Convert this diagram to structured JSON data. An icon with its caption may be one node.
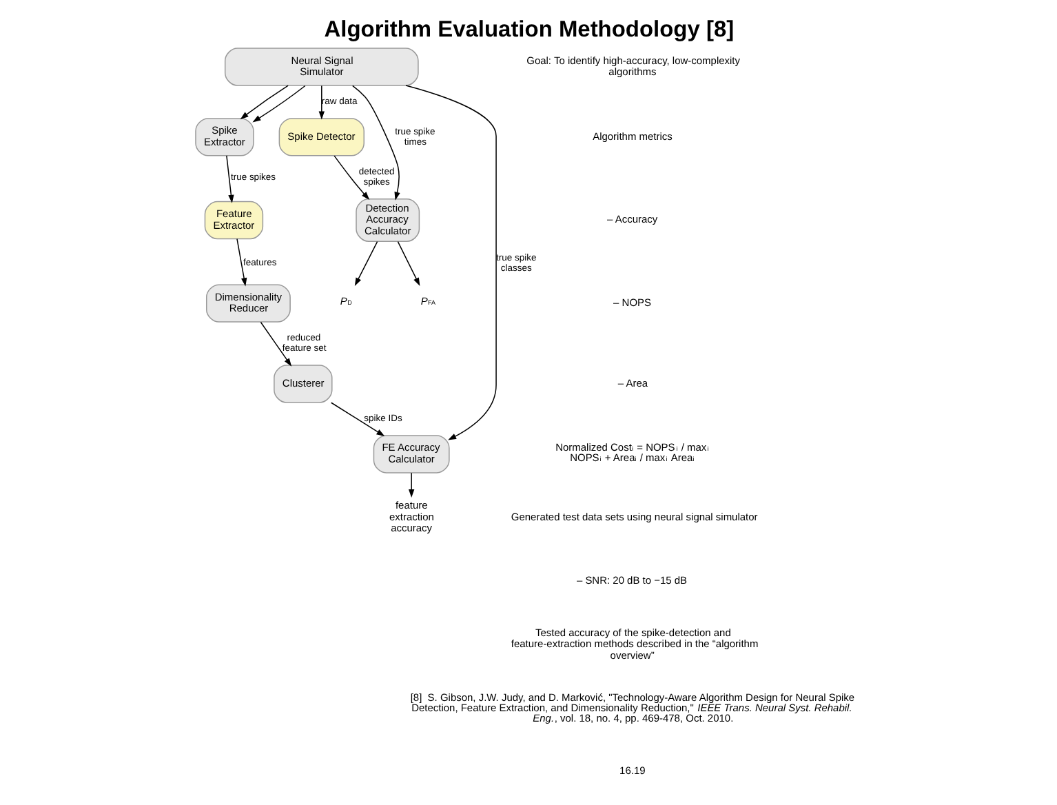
{
  "diagram": {
    "title": "Algorithm Evaluation Methodology [8]",
    "nodes": [
      {
        "text": [
          "Neural Signal Simulator"
        ]
      },
      {
        "text": [
          "Spike Detector"
        ]
      },
      {
        "text": [
          "Spike Extractor"
        ]
      },
      {
        "text": [
          "Feature Extractor"
        ]
      },
      {
        "text": [
          "Dimensionality Reducer"
        ]
      },
      {
        "text": [
          "Clusterer"
        ]
      },
      {
        "text": [
          "Detection Accuracy Calculator"
        ]
      },
      {
        "text": [
          "FE Accuracy Calculator"
        ]
      },
      {
        "text": [
          "*P*$_{D}$"
        ]
      },
      {
        "text": [
          "*P*$_{FA}$"
        ]
      },
      {
        "text": [
          "feature extraction accuracy"
        ]
      }
    ],
    "edges": [
      {
        "from": 0,
        "to": 6,
        "arrow": "to",
        "label": "true spike times"
      },
      {
        "from": 0,
        "to": 2,
        "arrow": "to"
      },
      {
        "from": 0,
        "to": 1,
        "arrow": "to",
        "label": "raw data"
      },
      {
        "from": 0,
        "to": 2,
        "arrow": "to"
      },
      {
        "from": 0,
        "to": 7,
        "arrow": "to",
        "label": "true spike classes"
      },
      {
        "from": 1,
        "to": 6,
        "arrow": "to",
        "label": "detected spikes"
      },
      {
        "from": 2,
        "to": 3,
        "arrow": "to",
        "label": "true spikes"
      },
      {
        "from": 3,
        "to": 4,
        "arrow": "to",
        "label": "features"
      },
      {
        "from": 4,
        "to": 5,
        "arrow": "to",
        "label": "reduced feature set"
      },
      {
        "from": 5,
        "to": 7,
        "arrow": "to",
        "label": "spike IDs"
      },
      {
        "from": 6,
        "to": 8,
        "arrow": "to"
      },
      {
        "from": 6,
        "to": 9,
        "arrow": "to"
      },
      {
        "from": 7,
        "to": 10,
        "arrow": "to"
      }
    ],
    "labels": [
      "Goal: To identify high-accuracy, low-complexity algorithms",
      "Algorithm metrics",
      "– Accuracy",
      "– NOPS",
      "– Area",
      "Normalized Cost$_{i}$ = NOPS$_{i}$ / max$_{i}$ NOPS$_{i}$ + Area$_{i}$ / max$_{i}$ Area$_{i}$",
      "Generated test data sets using neural signal simulator",
      "– SNR: 20 dB to −15 dB",
      "Tested accuracy of the spike-detection and feature-extraction methods described in the “algorithm overview”",
      "[8]  S. Gibson, J.W. Judy, and D. Marković, \"Technology-Aware Algorithm Design for Neural Spike Detection, Feature Extraction, and Dimensionality Reduction,\" *IEEE Trans. Neural Syst. Rehabil. Eng.*, vol. 18, no. 4, pp. 469-478, Oct. 2010.",
      "16.19"
    ]
  }
}
